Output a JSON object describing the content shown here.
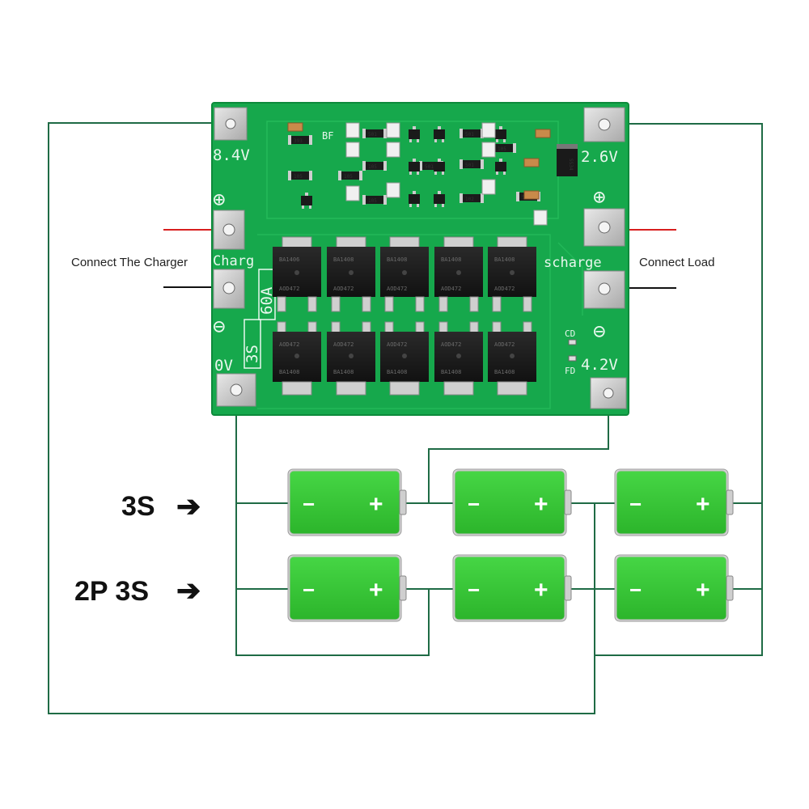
{
  "board": {
    "pad_labels": {
      "v84": "8.4V",
      "v26": "2.6V",
      "v42": "4.2V",
      "v0": "0V"
    },
    "charge_label": "Charg",
    "discharge_label": "scharge",
    "model": "3S",
    "current": "60A",
    "plus_symbol": "⊕",
    "minus_symbol": "⊖",
    "small_labels": {
      "bf": "BF",
      "cd": "CD",
      "fd": "FD"
    },
    "resistor_codes": [
      "393",
      "105",
      "501",
      "105",
      "105",
      "501",
      "501",
      "102",
      "105",
      "501",
      "105",
      "501"
    ],
    "mosfet_top_codes": [
      "BA1406",
      "BA1408",
      "BA1408",
      "BA1408",
      "BA1408"
    ],
    "mosfet_top_parts": [
      "AOD472",
      "AOD472",
      "AOD472",
      "AOD472",
      "AOD472"
    ],
    "mosfet_bottom_parts": [
      "AOD472",
      "AOD472",
      "AOD472",
      "AOD472",
      "AOD472"
    ],
    "mosfet_bottom_codes": [
      "BA1408",
      "BA1408",
      "BA1408",
      "BA1408",
      "BA1408"
    ],
    "diode_code": "SS34"
  },
  "annotations": {
    "connect_charger": "Connect The Charger",
    "connect_load": "Connect Load"
  },
  "configs": [
    {
      "label": "3S",
      "arrow": "➔"
    },
    {
      "label": "2P 3S",
      "arrow": "➔"
    }
  ],
  "cells": {
    "minus": "−",
    "plus": "+"
  },
  "colors": {
    "pcb": "#16a84c",
    "pcb_dark": "#0e8a3a",
    "wire": "#1f6b45",
    "cell_green": "#36c935",
    "red_wire": "#d81e1e",
    "black_wire": "#111111",
    "pad_silver": "#c9c9c9"
  }
}
